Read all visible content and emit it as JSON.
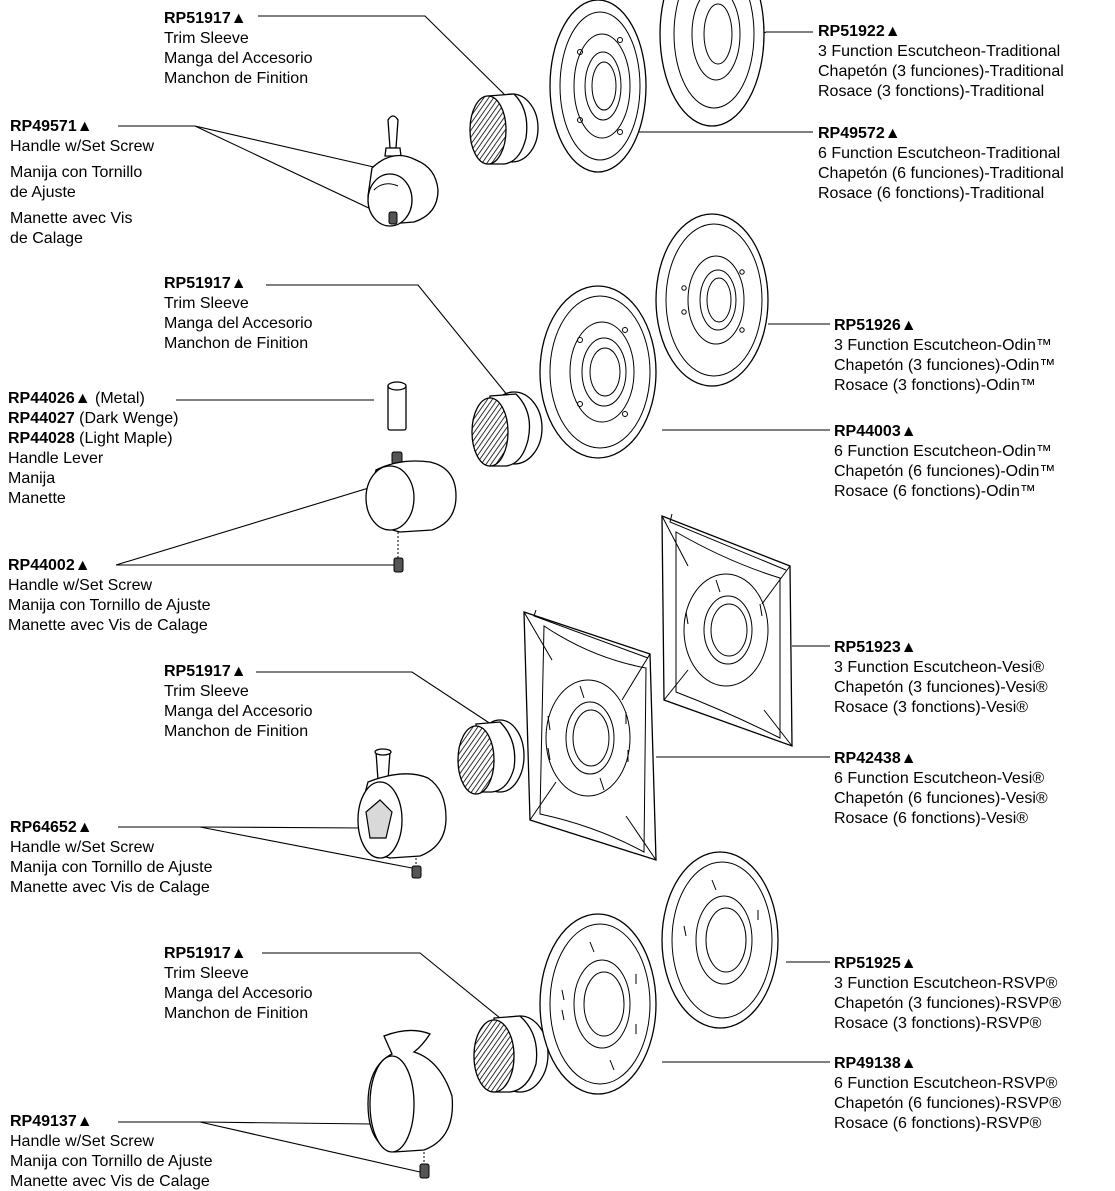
{
  "section1": {
    "sleeve": {
      "part": "RP51917▲",
      "lines": [
        "Trim Sleeve",
        "Manga del Accesorio",
        "Manchon de Finition"
      ]
    },
    "handle": {
      "part": "RP49571▲",
      "lines": [
        "Handle w/Set Screw",
        "Manija con Tornillo",
        "de Ajuste",
        "Manette avec Vis",
        "de Calage"
      ]
    },
    "esc3": {
      "part": "RP51922▲",
      "lines": [
        "3 Function Escutcheon-Traditional",
        "Chapetón (3 funciones)-Traditional",
        "Rosace (3 fonctions)-Traditional"
      ]
    },
    "esc6": {
      "part": "RP49572▲",
      "lines": [
        "6 Function Escutcheon-Traditional",
        "Chapetón (6 funciones)-Traditional",
        "Rosace (6 fonctions)-Traditional"
      ]
    }
  },
  "section2": {
    "sleeve": {
      "part": "RP51917▲",
      "lines": [
        "Trim Sleeve",
        "Manga del Accesorio",
        "Manchon de Finition"
      ]
    },
    "lever": {
      "variants": [
        {
          "part": "RP44026▲",
          "note": " (Metal)"
        },
        {
          "part": "RP44027",
          "note": " (Dark Wenge)"
        },
        {
          "part": "RP44028",
          "note": " (Light Maple)"
        }
      ],
      "lines": [
        "Handle Lever",
        "Manija",
        "Manette"
      ]
    },
    "handle": {
      "part": "RP44002▲",
      "lines": [
        "Handle w/Set Screw",
        "Manija con Tornillo de Ajuste",
        "Manette avec Vis de Calage"
      ]
    },
    "esc3": {
      "part": "RP51926▲",
      "lines": [
        "3 Function Escutcheon-Odin™",
        "Chapetón (3 funciones)-Odin™",
        "Rosace (3 fonctions)-Odin™"
      ]
    },
    "esc6": {
      "part": "RP44003▲",
      "lines": [
        "6 Function Escutcheon-Odin™",
        "Chapetón (6 funciones)-Odin™",
        "Rosace (6 fonctions)-Odin™"
      ]
    }
  },
  "section3": {
    "sleeve": {
      "part": "RP51917▲",
      "lines": [
        "Trim Sleeve",
        "Manga del Accesorio",
        "Manchon de Finition"
      ]
    },
    "handle": {
      "part": "RP64652▲",
      "lines": [
        "Handle w/Set Screw",
        "Manija con Tornillo de Ajuste",
        "Manette avec Vis de Calage"
      ]
    },
    "esc3": {
      "part": "RP51923▲",
      "lines": [
        "3 Function Escutcheon-Vesi®",
        "Chapetón (3 funciones)-Vesi®",
        "Rosace (3 fonctions)-Vesi®"
      ]
    },
    "esc6": {
      "part": "RP42438▲",
      "lines": [
        "6 Function Escutcheon-Vesi®",
        "Chapetón (6 funciones)-Vesi®",
        "Rosace (6 fonctions)-Vesi®"
      ]
    }
  },
  "section4": {
    "sleeve": {
      "part": "RP51917▲",
      "lines": [
        "Trim Sleeve",
        "Manga del Accesorio",
        "Manchon de Finition"
      ]
    },
    "handle": {
      "part": "RP49137▲",
      "lines": [
        "Handle w/Set Screw",
        "Manija con Tornillo de Ajuste",
        "Manette avec Vis de Calage"
      ]
    },
    "esc3": {
      "part": "RP51925▲",
      "lines": [
        "3 Function Escutcheon-RSVP®",
        "Chapetón (3 funciones)-RSVP®",
        "Rosace (3 fonctions)-RSVP®"
      ]
    },
    "esc6": {
      "part": "RP49138▲",
      "lines": [
        "6 Function Escutcheon-RSVP®",
        "Chapetón (6 funciones)-RSVP®",
        "Rosace (6 fonctions)-RSVP®"
      ]
    }
  }
}
